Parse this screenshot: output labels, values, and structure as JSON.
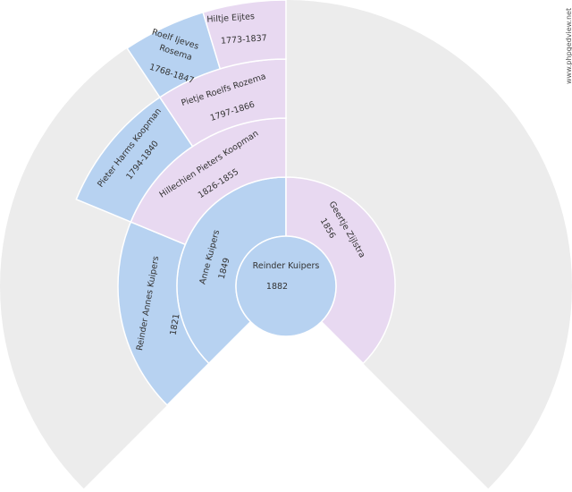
{
  "watermark": "www.phpgedview.net",
  "colors": {
    "background": "#ececec",
    "male": "#b7d2f1",
    "female": "#e8d9f1",
    "stroke": "#ffffff"
  },
  "persons": {
    "root": {
      "name": "Reinder Kuipers",
      "dates": "1882",
      "sex": "M"
    },
    "father": {
      "name": "Anne Kuipers",
      "dates": "1849",
      "sex": "M"
    },
    "mother": {
      "name": "Geertje Zijlstra",
      "dates": "1856",
      "sex": "F"
    },
    "ff": {
      "name": "Reinder Annes Kuipers",
      "dates": "1821",
      "sex": "M"
    },
    "fm": {
      "name": "Hillechien Pieters Koopman",
      "dates": "1826-1855",
      "sex": "F"
    },
    "fmf": {
      "name": "Pieter Harms Koopman",
      "dates": "1794-1840",
      "sex": "M"
    },
    "fmm": {
      "name": "Pietje Roelfs Rozema",
      "dates": "1797-1866",
      "sex": "F"
    },
    "fmmf": {
      "name": "Roelf Ijeves Rosema",
      "dates": "1768-1847",
      "sex": "M"
    },
    "fmmm": {
      "name": "Hiltje Eijtes",
      "dates": "1773-1837",
      "sex": "F"
    }
  }
}
